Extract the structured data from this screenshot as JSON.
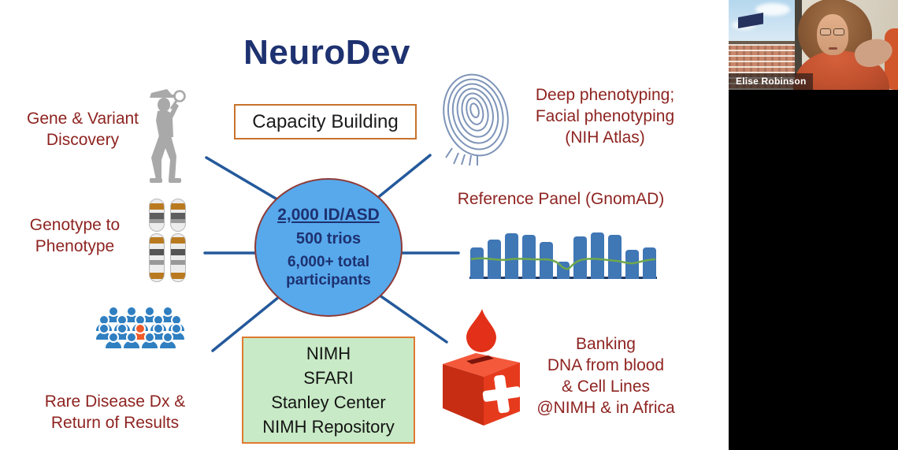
{
  "slide": {
    "title": "NeuroDev",
    "capacity_box_label": "Capacity Building",
    "center_circle": {
      "headline": "2,000 ID/ASD",
      "line2": "500 trios",
      "line3": "6,000+ total participants",
      "fill_color": "#57A9EC",
      "border_color": "#8F3B36"
    },
    "labels": {
      "gene_variant": "Gene & Variant\nDiscovery",
      "genotype_phenotype": "Genotype to\nPhenotype",
      "rare_disease": "Rare Disease Dx &\nReturn of Results",
      "deep_phenotyping": "Deep phenotyping;\nFacial phenotyping\n(NIH Atlas)",
      "reference_panel": "Reference Panel (GnomAD)",
      "banking": "Banking\nDNA from blood\n& Cell Lines\n@NIMH & in Africa"
    },
    "partners_box": "NIMH\nSFARI\nStanley Center\nNIMH Repository",
    "icons": {
      "left": [
        "detective-magnifier-icon",
        "chromosome-pair-icon",
        "crowd-highlight-icon"
      ],
      "right": [
        "fingerprint-head-icon",
        "coverage-plot-icon",
        "blood-donation-box-icon"
      ]
    },
    "reference_chart": {
      "type": "bar",
      "bar_heights_pct": [
        62,
        78,
        90,
        88,
        74,
        35,
        84,
        92,
        88,
        58,
        62
      ],
      "bar_color": "#4077B5",
      "trend_line_color": "#6FA84C",
      "baseline_color": "#1E3864"
    },
    "colors": {
      "title_navy": "#1E3170",
      "label_red": "#8E2421",
      "connector_blue": "#24599B",
      "capacity_border": "#C8722C",
      "partners_fill": "#C8EAC6",
      "partners_border": "#E0792F",
      "crowd_blue": "#2F7FC1",
      "highlight_orange": "#F15A29"
    }
  },
  "video_panel": {
    "participant_name": "Elise Robinson",
    "background": "#000000"
  }
}
